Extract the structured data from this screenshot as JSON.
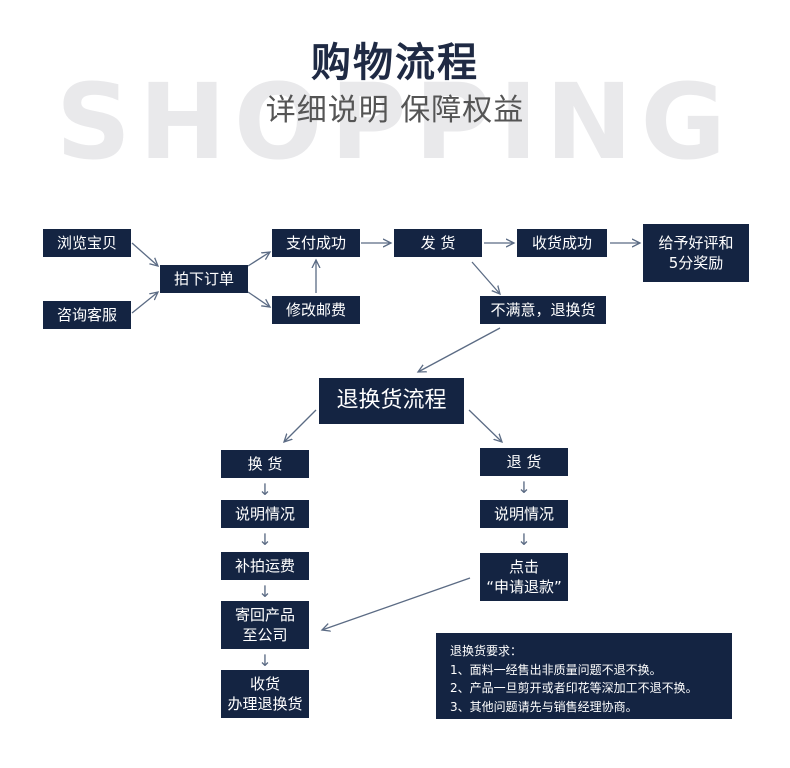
{
  "header": {
    "watermark": "SHOPPING",
    "title": "购物流程",
    "subtitle": "详细说明 保障权益"
  },
  "flow": {
    "browse": "浏览宝贝",
    "consult": "咨询客服",
    "order": "拍下订单",
    "pay": "支付成功",
    "modify_fee": "修改邮费",
    "ship": "发  货",
    "received": "收货成功",
    "review_line1": "给予好评和",
    "review_line2": "5分奖励",
    "unsatisfied": "不满意，退换货",
    "return_process": "退换货流程"
  },
  "exchange": {
    "title": "换  货",
    "explain": "说明情况",
    "shipping": "补拍运费",
    "send_back_line1": "寄回产品",
    "send_back_line2": "至公司",
    "receive_line1": "收货",
    "receive_line2": "办理退换货"
  },
  "refund": {
    "title": "退  货",
    "explain": "说明情况",
    "click_line1": "点击",
    "click_line2": "“申请退款”"
  },
  "requirements": {
    "heading": "退换货要求：",
    "item1": "1、面料一经售出非质量问题不退不换。",
    "item2": "2、产品一旦剪开或者印花等深加工不退不换。",
    "item3": "3、其他问题请先与销售经理协商。"
  },
  "colors": {
    "box": "#142442",
    "arrow": "#5b6b84",
    "watermark": "#e9e9eb"
  }
}
